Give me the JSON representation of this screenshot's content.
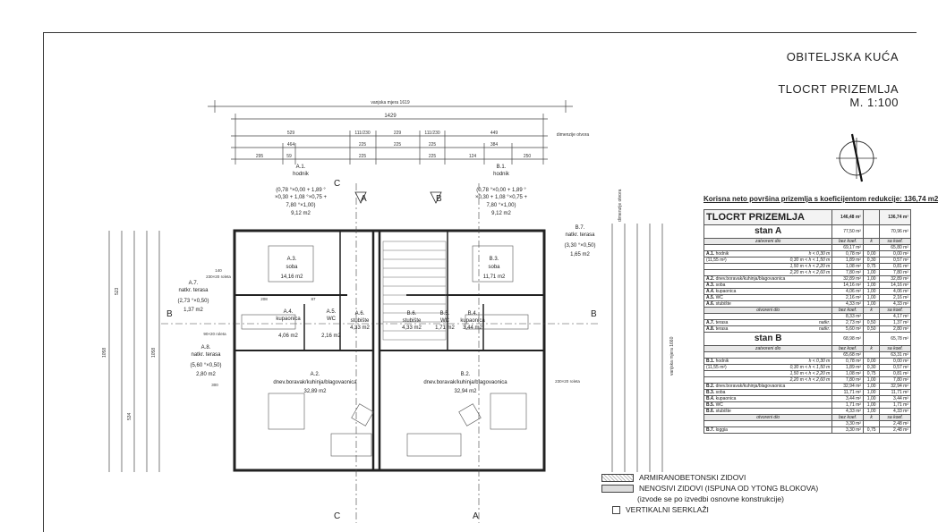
{
  "header": {
    "title": "OBITELJSKA KUĆA",
    "subtitle": "TLOCRT PRIZEMLJA",
    "scale": "M. 1:100"
  },
  "plan": {
    "dims": {
      "outer": "vanjska mjera 1619",
      "inner": "1429",
      "row1": [
        "529",
        "111/230",
        "229",
        "111/230",
        "449"
      ],
      "row2": [
        "464",
        "225",
        "225",
        "225",
        "384"
      ],
      "row3": [
        "295",
        "59",
        "225",
        "225",
        "124",
        "250"
      ],
      "dim_label_top": "dimenzije otvora",
      "left_vertical": [
        "523",
        "534",
        "1058",
        "1058"
      ],
      "right_vertical": [
        "vanjska mjera 1660",
        "dimenzije otvora"
      ]
    },
    "section_marks": {
      "c": "C",
      "a": "A",
      "b": "B"
    },
    "labels": {
      "a1": [
        "A.1.",
        "hodnik",
        "(0,78 °×0,00 + 1,89 °",
        "×0,30 + 1,08 °×0,75 +",
        "7,80 °×1,00)",
        "9,12 m2"
      ],
      "b1": [
        "B.1.",
        "hodnik",
        "(0,78 °×0,00 + 1,89 °",
        "×0,30 + 1,08 °×0,75 +",
        "7,80 °×1,00)",
        "9,12 m2"
      ],
      "a3": [
        "A.3.",
        "soba",
        "14,16 m2"
      ],
      "b3": [
        "B.3.",
        "soba",
        "11,71 m2"
      ],
      "a4": [
        "A.4.",
        "kupaonica",
        "4,06 m2"
      ],
      "a5": [
        "A.5.",
        "WC",
        "2,16 m2"
      ],
      "a6": [
        "A.6.",
        "stubište",
        "4,33 m2"
      ],
      "b6": [
        "B.6.",
        "stubište",
        "4,33 m2"
      ],
      "b4": [
        "B.4.",
        "kupaonica",
        "3,44 m2"
      ],
      "b5": [
        "B.5.",
        "WC",
        "1,71 m2"
      ],
      "a2": [
        "A.2.",
        "dnev.boravak/kuhinja/blagovaonica",
        "32,89 m2"
      ],
      "b2": [
        "B.2.",
        "dnev.boravak/kuhinja/blagovaonica",
        "32,94 m2"
      ],
      "a7": [
        "A.7.",
        "natkr. terasa",
        "(2,73 °×0,50)",
        "1,37 m2"
      ],
      "a8": [
        "A.8.",
        "natkr. terasa",
        "(5,60 °×0,50)",
        "2,80 m2"
      ],
      "b7": [
        "B.7.",
        "natkr. terasa",
        "(3,30 °×0,50)",
        "1,65 m2"
      ]
    },
    "windows": [
      "140",
      "230×20 roleta",
      "90×20 roleta",
      "208",
      "87",
      "300",
      "230×20 roleta"
    ]
  },
  "table": {
    "caption": "Korisna neto površina prizemlja s koeficijentom redukcije: 136,74 m2",
    "head": {
      "label": "TLOCRT PRIZEMLJA",
      "gross": "146,48 m²",
      "net": "136,74 m²"
    },
    "cols": {
      "a": "bez koef.",
      "b": "k",
      "c": "sa koef."
    },
    "stan_a": {
      "title": "stan A",
      "gross": "77,50 m²",
      "net": "70,96 m²",
      "closed": {
        "label": "zatvoreni dio",
        "gross": "69,17 m²",
        "net": "65,80 m²"
      },
      "rows": [
        [
          "A.1.",
          "hodnik",
          "h < 0,30 m",
          "0,78 m²",
          "0,00",
          "0,00 m²"
        ],
        [
          "",
          "(11,55 m²)",
          "0,30 m < h < 1,50 m",
          "1,89 m²",
          "0,30",
          "0,57 m²"
        ],
        [
          "",
          "",
          "1,50 m < h < 2,20 m",
          "1,08 m²",
          "0,75",
          "0,81 m²"
        ],
        [
          "",
          "",
          "2,20 m < h < 2,60 m",
          "7,80 m²",
          "1,00",
          "7,80 m²"
        ],
        [
          "A.2.",
          "dnev.boravak/kuhinja/blagovaonica",
          "",
          "32,89 m²",
          "1,00",
          "32,89 m²"
        ],
        [
          "A.3.",
          "soba",
          "",
          "14,16 m²",
          "1,00",
          "14,16 m²"
        ],
        [
          "A.4.",
          "kupaonica",
          "",
          "4,06 m²",
          "1,00",
          "4,06 m²"
        ],
        [
          "A.5.",
          "WC",
          "",
          "2,16 m²",
          "1,00",
          "2,16 m²"
        ],
        [
          "A.6.",
          "stubište",
          "",
          "4,33 m²",
          "1,00",
          "4,33 m²"
        ]
      ],
      "open": {
        "label": "otvoreni dio",
        "gross": "8,33 m²",
        "net": "4,17 m²"
      },
      "open_rows": [
        [
          "A.7.",
          "terasa",
          "natkr.",
          "2,73 m²",
          "0,50",
          "1,37 m²"
        ],
        [
          "A.8.",
          "terasa",
          "natkr.",
          "5,60 m²",
          "0,50",
          "2,80 m²"
        ]
      ]
    },
    "stan_b": {
      "title": "stan B",
      "gross": "68,98 m²",
      "net": "65,78 m²",
      "closed": {
        "label": "zatvoreni dio",
        "gross": "65,68 m²",
        "net": "63,31 m²"
      },
      "rows": [
        [
          "B.1.",
          "hodnik",
          "h < 0,30 m",
          "0,78 m²",
          "0,00",
          "0,00 m²"
        ],
        [
          "",
          "(11,55 m²)",
          "0,30 m < h < 1,50 m",
          "1,89 m²",
          "0,30",
          "0,57 m²"
        ],
        [
          "",
          "",
          "1,50 m < h < 2,20 m",
          "1,08 m²",
          "0,75",
          "0,81 m²"
        ],
        [
          "",
          "",
          "2,20 m < h < 2,60 m",
          "7,80 m²",
          "1,00",
          "7,80 m²"
        ],
        [
          "B.2.",
          "dnev.boravak/kuhinja/blagovaonica",
          "",
          "32,94 m²",
          "1,00",
          "32,94 m²"
        ],
        [
          "B.3.",
          "soba",
          "",
          "11,71 m²",
          "1,00",
          "11,71 m²"
        ],
        [
          "B.4.",
          "kupaonica",
          "",
          "3,44 m²",
          "1,00",
          "3,44 m²"
        ],
        [
          "B.5.",
          "WC",
          "",
          "1,71 m²",
          "1,00",
          "1,71 m²"
        ],
        [
          "B.6.",
          "stubište",
          "",
          "4,33 m²",
          "1,00",
          "4,33 m²"
        ]
      ],
      "open": {
        "label": "otvoreni dio",
        "gross": "3,30 m²",
        "net": "2,48 m²"
      },
      "open_rows": [
        [
          "B.7.",
          "loggia",
          "",
          "3,30 m²",
          "0,75",
          "2,48 m²"
        ]
      ]
    }
  },
  "legend": {
    "items": [
      "ARMIRANOBETONSKI ZIDOVI",
      "NENOSIVI ZIDOVI (ISPUNA OD YTONG BLOKOVA)",
      "(izvode se po izvedbi osnovne konstrukcije)",
      "VERTIKALNI SERKLAŽI"
    ]
  }
}
